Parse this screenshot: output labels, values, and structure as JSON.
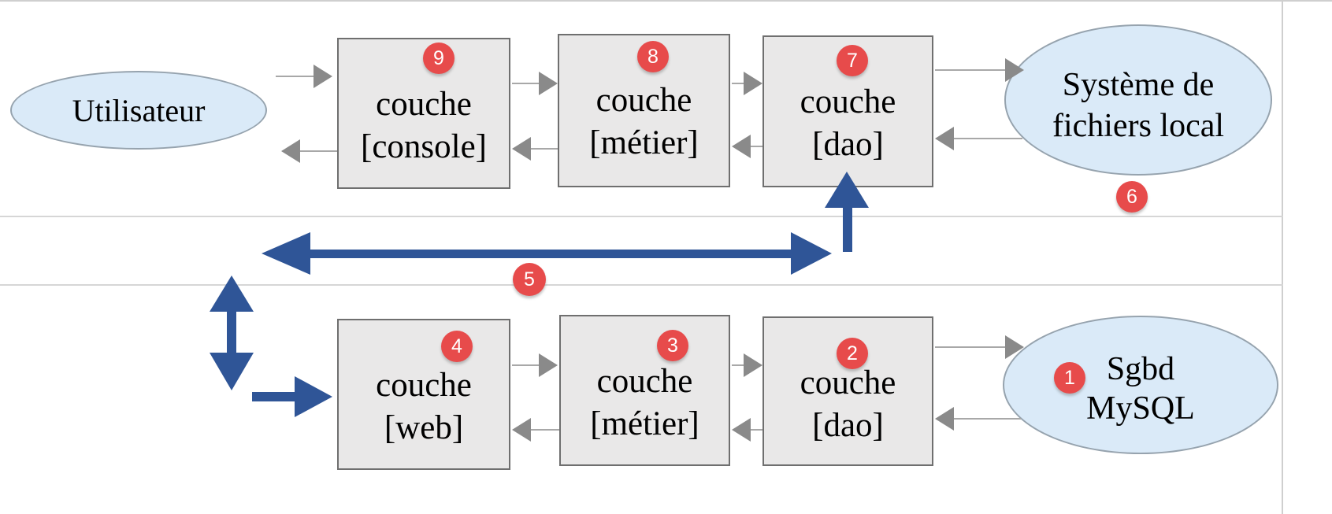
{
  "diagram": {
    "user": {
      "label": "Utilisateur"
    },
    "filesystem": {
      "line1": "Système de",
      "line2": "fichiers local"
    },
    "mysql": {
      "line1": "Sgbd",
      "line2": "MySQL"
    },
    "boxes": {
      "console": {
        "line1": "couche",
        "line2": "[console]",
        "badge": "9"
      },
      "metier_top": {
        "line1": "couche",
        "line2": "[métier]",
        "badge": "8"
      },
      "dao_top": {
        "line1": "couche",
        "line2": "[dao]",
        "badge": "7"
      },
      "web": {
        "line1": "couche",
        "line2": "[web]",
        "badge": "4"
      },
      "metier_bottom": {
        "line1": "couche",
        "line2": "[métier]",
        "badge": "3"
      },
      "dao_bottom": {
        "line1": "couche",
        "line2": "[dao]",
        "badge": "2"
      }
    },
    "badges": {
      "mysql": "1",
      "filesystem": "6",
      "link": "5"
    },
    "colors": {
      "box_fill": "#e9e8e8",
      "box_border": "#6f6f6f",
      "ellipse_fill": "#daeaf8",
      "ellipse_border": "#96a3ae",
      "badge_red": "#e74b4b",
      "arrow_blue": "#2f5597",
      "arrow_gray": "#8a8a8a",
      "divider_gray": "#cfcfcf"
    }
  }
}
